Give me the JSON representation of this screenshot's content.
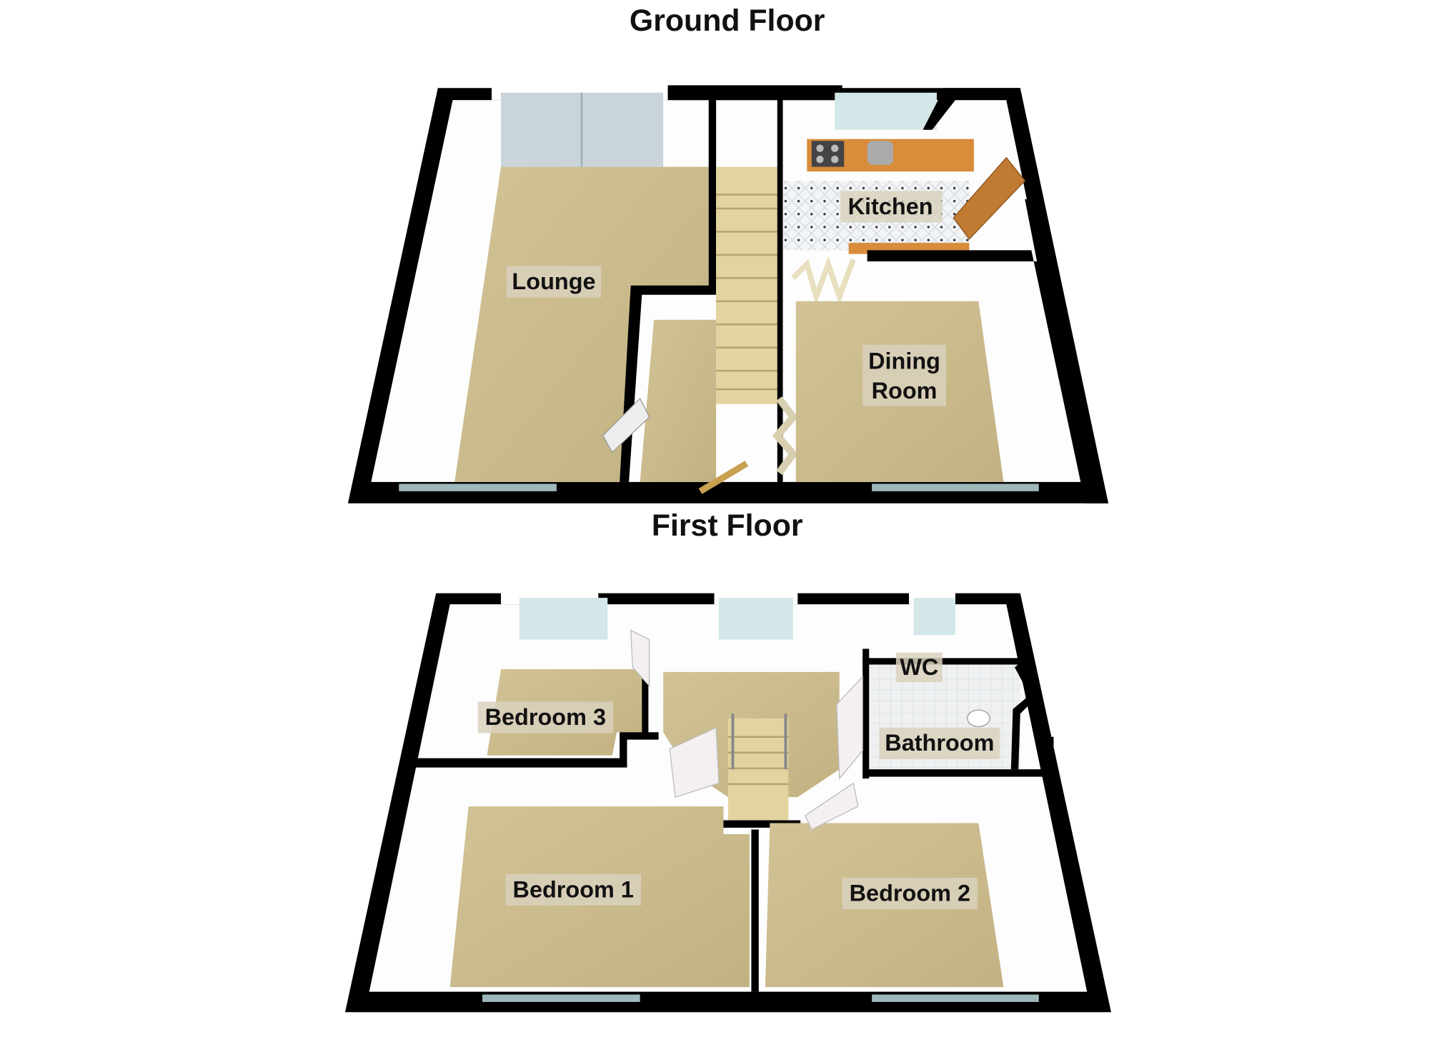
{
  "floors": {
    "ground": {
      "title": "Ground Floor",
      "rooms": {
        "lounge": "Lounge",
        "kitchen": "Kitchen",
        "dining_line1": "Dining",
        "dining_line2": "Room"
      }
    },
    "first": {
      "title": "First Floor",
      "rooms": {
        "bedroom3": "Bedroom 3",
        "wc": "WC",
        "bathroom": "Bathroom",
        "bedroom1": "Bedroom 1",
        "bedroom2": "Bedroom 2"
      }
    }
  },
  "colors": {
    "carpet": "#c9b98a",
    "wall": "#000000",
    "window": "#d3e6e8",
    "counter": "#d98c3a",
    "door": "#c07a32"
  }
}
